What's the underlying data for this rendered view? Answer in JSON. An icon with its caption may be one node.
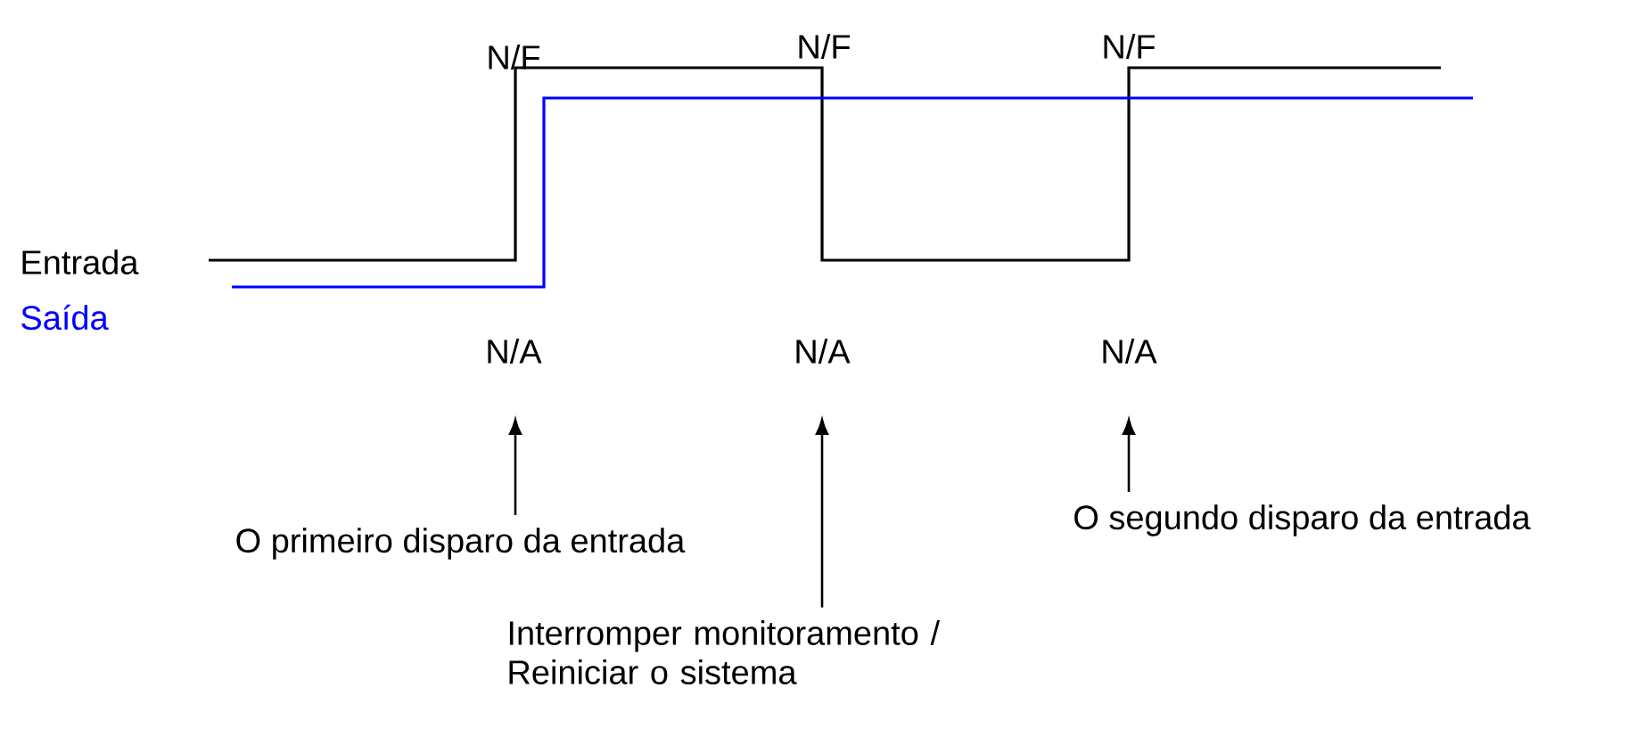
{
  "diagram": {
    "nodes": [
      {
        "text": [
          "O primeiro disparo da entrada"
        ]
      },
      {
        "text": [
          "O segundo disparo da entrada"
        ]
      },
      {
        "text": [
          "Interromper monitoramento / Reiniciar o sistema"
        ]
      }
    ],
    "edges": [
      {
        "from": 0,
        "to": null,
        "arrow": "to"
      },
      {
        "from": 2,
        "to": null,
        "arrow": "to"
      },
      {
        "from": 1,
        "to": null,
        "arrow": "to"
      }
    ],
    "labels": [
      "N/F",
      "N/F",
      "N/F",
      "Entrada",
      "Saída",
      "N/A",
      "N/A",
      "N/A"
    ]
  }
}
